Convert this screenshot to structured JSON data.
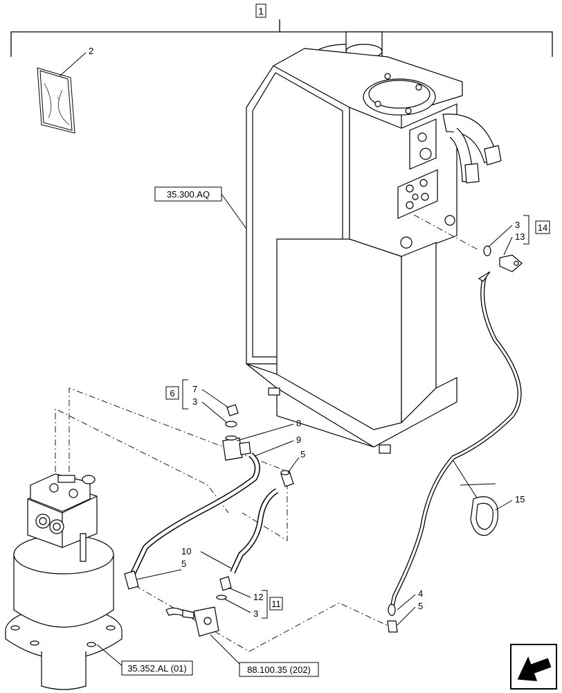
{
  "assembly": {
    "label": "1"
  },
  "references": {
    "hydraulic_tank": "35.300.AQ",
    "swing_motor": "35.352.AL (01)",
    "sensor": "88.100.35 (202)"
  },
  "callouts": {
    "c2": "2",
    "c3a": "3",
    "c13": "13",
    "c14": "14",
    "c6": "6",
    "c7": "7",
    "c3b": "3",
    "c8": "8",
    "c9": "9",
    "c5a": "5",
    "c10": "10",
    "c5b": "5",
    "c12": "12",
    "c11": "11",
    "c3c": "3",
    "c4": "4",
    "c5c": "5",
    "c15": "15"
  },
  "icons": {
    "nav": "next-page-arrow-icon",
    "manual": "instruction-manual-icon"
  }
}
